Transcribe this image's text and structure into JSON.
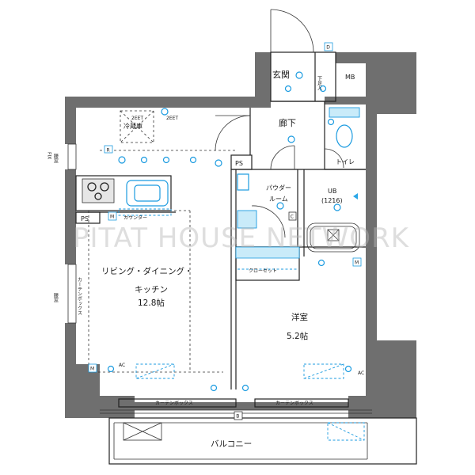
{
  "watermark": "PITAT HOUSE NETWORK",
  "rooms": {
    "entrance": "玄関",
    "mb": "MB",
    "shoe_box": "下足入",
    "hallway": "廊下",
    "toilet": "トイレ",
    "refrigerator": "冷蔵庫",
    "ps_top": "PS",
    "ps_left": "PS",
    "powder_line1": "パウダー",
    "powder_line2": "ルーム",
    "ub_line1": "UB",
    "ub_line2": "(1216)",
    "counter": "カウンター",
    "ldk_line1": "リビング・ダイニング・",
    "ldk_line2": "キッチン",
    "ldk_size": "12.8帖",
    "closet": "クローゼット",
    "western_line1": "洋室",
    "western_size": "5.2帖",
    "curtain_box_left": "カーテンボックス",
    "curtain_box_right": "カーテンボックス",
    "curtain_box_side": "カーテンボックス",
    "balcony": "バルコニー",
    "window_fix": "腰窓",
    "fix_mark": "FIX",
    "window_side": "腰窓"
  },
  "marks": {
    "m": "M",
    "r": "R",
    "b": "B",
    "d": "D",
    "c": "C",
    "ac": "AC",
    "two_eet": "2EET"
  },
  "colors": {
    "wall": "#6f6f6f",
    "fixture_blue": "#1b9be0",
    "fixture_fill": "#c9ebf9"
  }
}
